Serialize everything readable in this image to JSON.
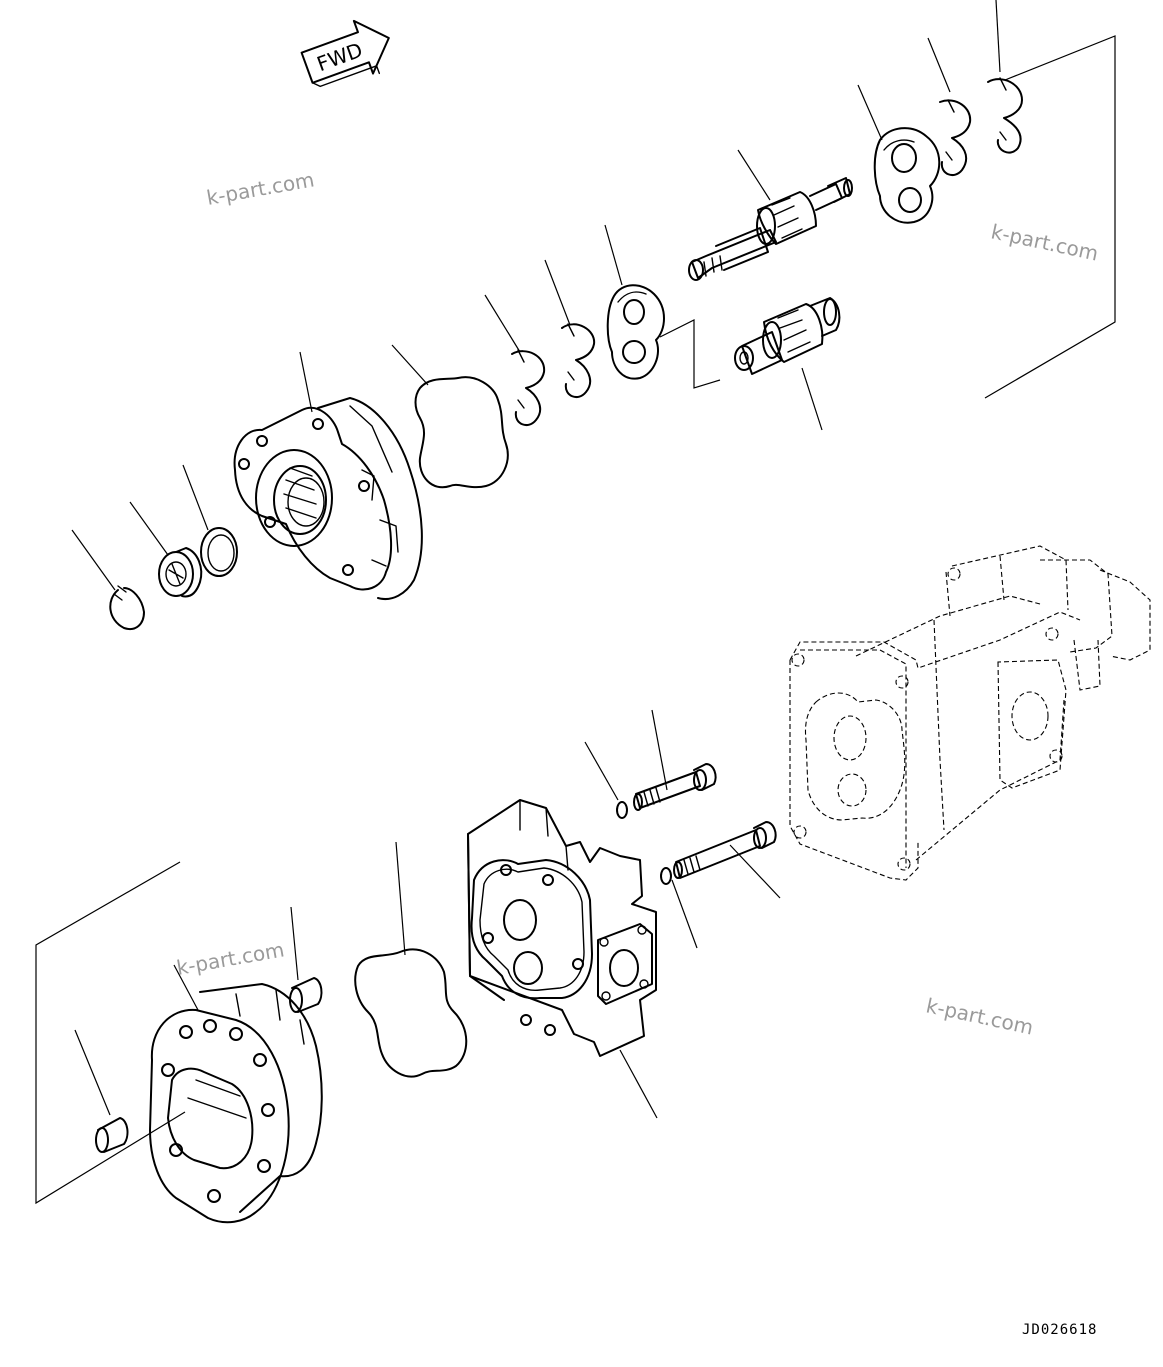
{
  "direction_badge": {
    "label": "FWD"
  },
  "watermarks": [
    "k-part.com",
    "k-part.com",
    "k-part.com",
    "k-part.com"
  ],
  "drawing_code": "JD026618"
}
